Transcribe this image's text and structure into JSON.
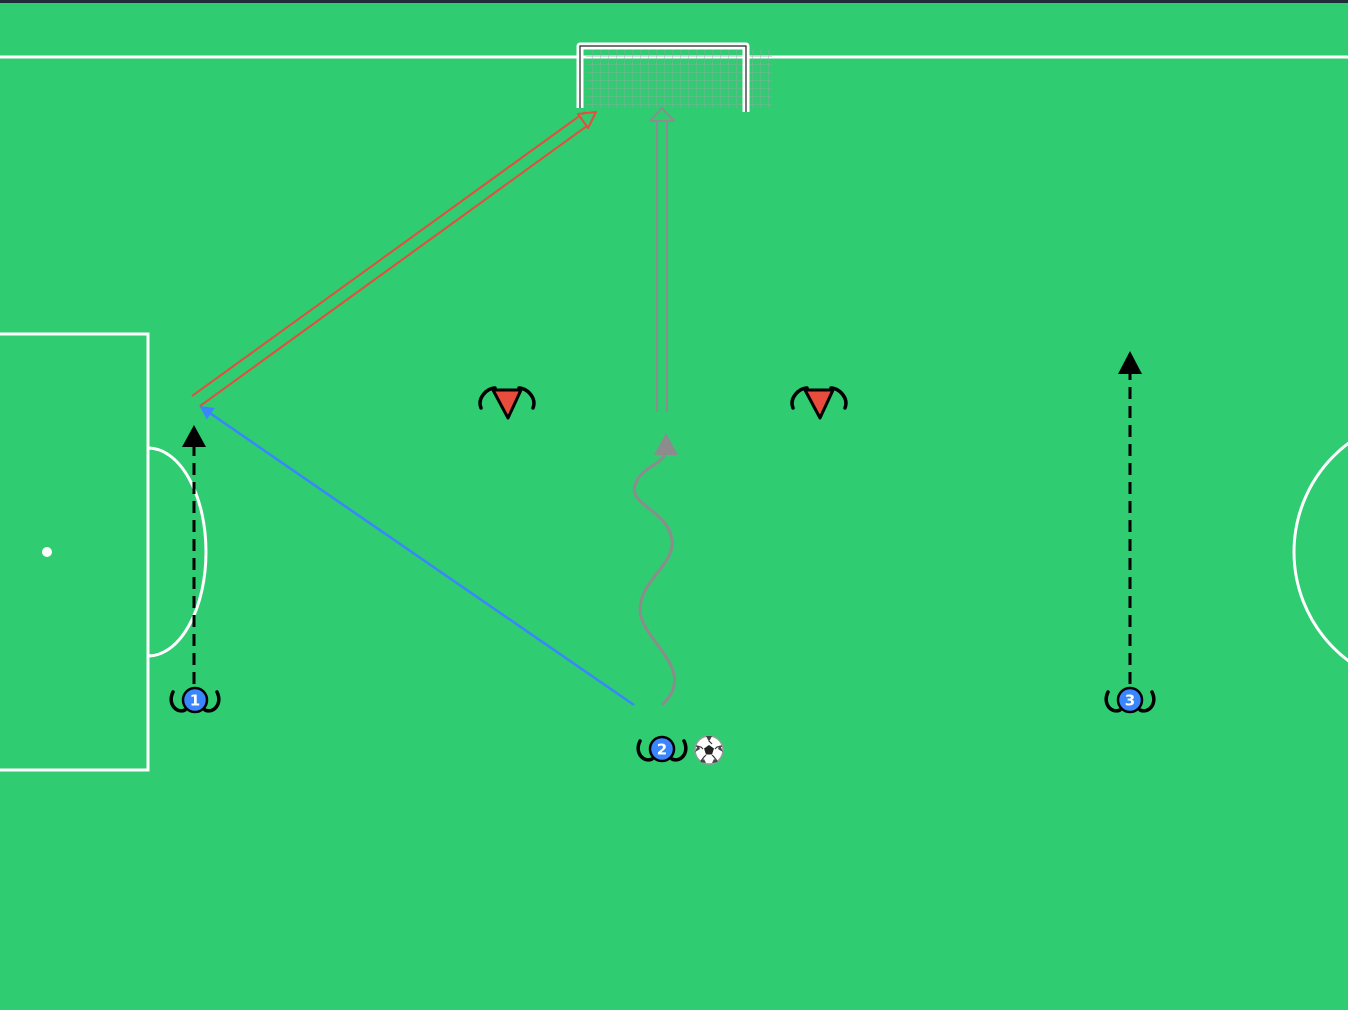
{
  "diagram": {
    "colors": {
      "pitch": "#2fcc71",
      "lines": "#ffffff",
      "pass": "#3a86ff",
      "shot": "#e74c3c",
      "dribble": "#8c8c8c",
      "run": "#000000",
      "player_fill": "#3a86ff",
      "defender_fill": "#e74c3c"
    },
    "players": [
      {
        "number": "1",
        "team": "attack"
      },
      {
        "number": "2",
        "team": "attack",
        "has_ball": true
      },
      {
        "number": "3",
        "team": "attack"
      }
    ],
    "defenders": [
      {
        "name": "left-defender"
      },
      {
        "name": "right-defender"
      }
    ],
    "ball_icon": "soccer-ball-icon",
    "movements": [
      {
        "type": "pass",
        "from": "player-2",
        "to": "player-1-run-end"
      },
      {
        "type": "shot",
        "from": "player-1-run-end",
        "to": "goal"
      },
      {
        "type": "dribble",
        "from": "player-2"
      },
      {
        "type": "shot",
        "from": "dribble-end",
        "to": "goal"
      },
      {
        "type": "run",
        "player": "player-1"
      },
      {
        "type": "run",
        "player": "player-3"
      }
    ]
  }
}
